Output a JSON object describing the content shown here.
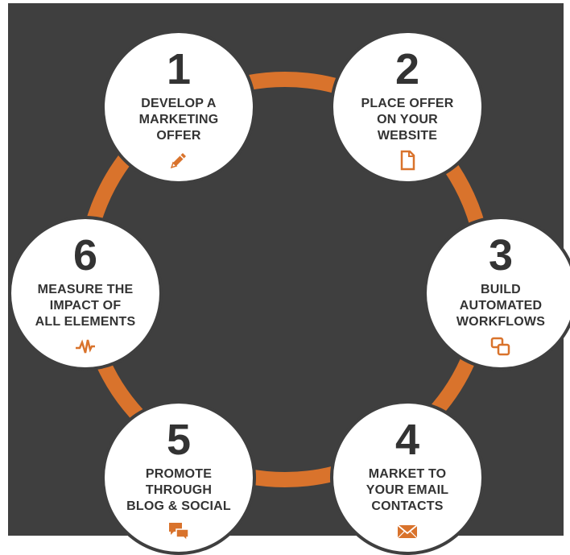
{
  "colors": {
    "background": "#3f3f3f",
    "accent": "#d9732c",
    "circle": "#ffffff",
    "text": "#333333"
  },
  "steps": [
    {
      "number": "1",
      "label": "DEVELOP A\nMARKETING\nOFFER",
      "icon": "pencil-icon"
    },
    {
      "number": "2",
      "label": "PLACE OFFER\nON YOUR\nWEBSITE",
      "icon": "document-icon"
    },
    {
      "number": "3",
      "label": "BUILD\nAUTOMATED\nWORKFLOWS",
      "icon": "workflow-icon"
    },
    {
      "number": "4",
      "label": "MARKET TO\nYOUR EMAIL\nCONTACTS",
      "icon": "envelope-icon"
    },
    {
      "number": "5",
      "label": "PROMOTE\nTHROUGH\nBLOG & SOCIAL",
      "icon": "chat-bubbles-icon"
    },
    {
      "number": "6",
      "label": "MEASURE THE\nIMPACT OF\nALL ELEMENTS",
      "icon": "pulse-icon"
    }
  ]
}
